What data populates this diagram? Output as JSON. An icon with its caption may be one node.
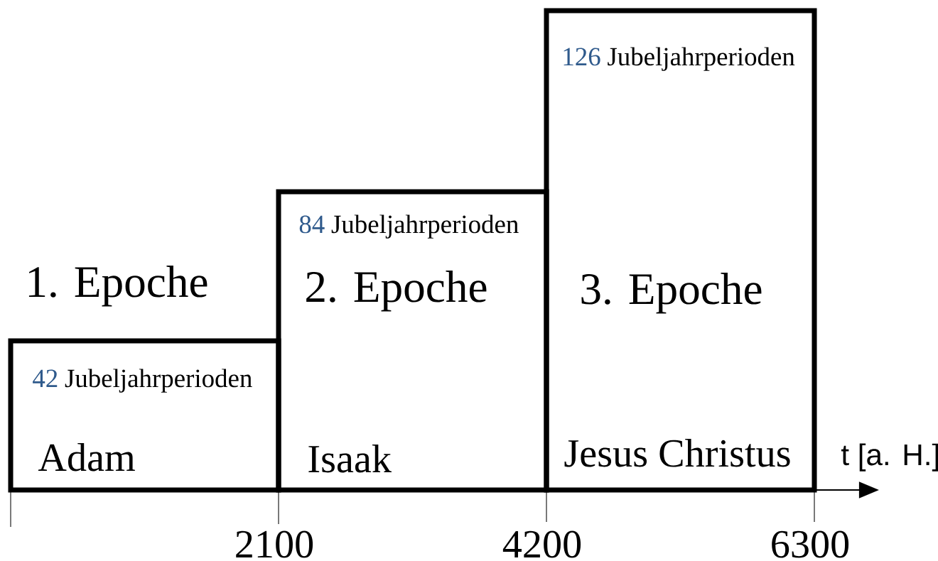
{
  "diagram": {
    "nodes": [
      {
        "text": [
          "1. Epoche",
          "42",
          "Jubeljahrperioden",
          "Adam"
        ]
      },
      {
        "text": [
          "84",
          "Jubeljahrperioden",
          "2. Epoche",
          "Isaak"
        ]
      },
      {
        "text": [
          "126",
          "Jubeljahrperioden",
          "3. Epoche",
          "Jesus Christus"
        ]
      }
    ],
    "labels": [
      "t [a. H.]",
      "2100",
      "4200",
      "6300"
    ]
  }
}
